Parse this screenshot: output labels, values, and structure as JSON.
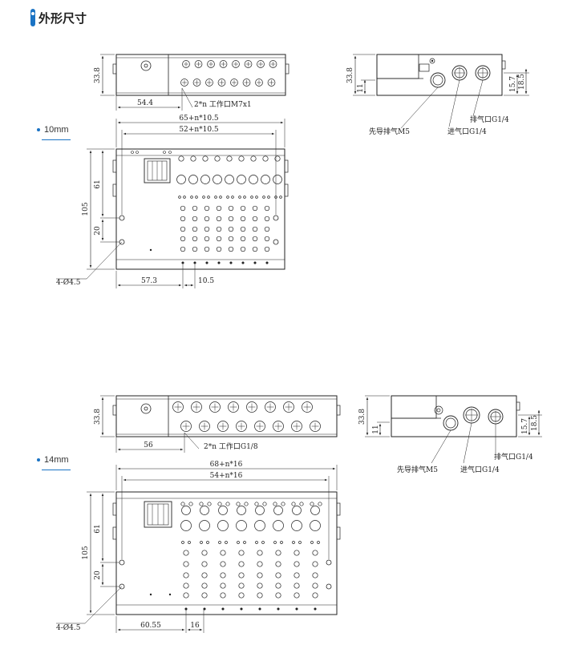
{
  "header": {
    "title": "外形尺寸"
  },
  "series": [
    {
      "label": "10mm",
      "top_view": {
        "dim_height": "33.8",
        "dim_offset": "54.4",
        "port_label": "2*n 工作口M7x1"
      },
      "side_view": {
        "dim_height": "33.8",
        "dim_low": "11",
        "dim_mid": "15.7",
        "dim_high": "18.5",
        "exhaust_label": "排气口G1/4",
        "pilot_label": "先导排气M5",
        "inlet_label": "进气口G1/4"
      },
      "front_view": {
        "dim_total_width": "65+n*10.5",
        "dim_inner_width": "52+n*10.5",
        "dim_height": "105",
        "dim_upper": "61",
        "dim_lower": "20",
        "hole_label": "4-Ø4.5",
        "dim_offset": "57.3",
        "dim_pitch": "10.5"
      }
    },
    {
      "label": "14mm",
      "top_view": {
        "dim_height": "33.8",
        "dim_offset": "56",
        "port_label": "2*n 工作口G1/8"
      },
      "side_view": {
        "dim_height": "33.8",
        "dim_low": "11",
        "dim_mid": "15.7",
        "dim_high": "18.5",
        "exhaust_label": "排气口G1/4",
        "pilot_label": "先导排气M5",
        "inlet_label": "进气口G1/4"
      },
      "front_view": {
        "dim_total_width": "68+n*16",
        "dim_inner_width": "54+n*16",
        "dim_height": "105",
        "dim_upper": "61",
        "dim_lower": "20",
        "hole_label": "4-Ø4.5",
        "dim_offset": "60.55",
        "dim_pitch": "16"
      }
    }
  ]
}
